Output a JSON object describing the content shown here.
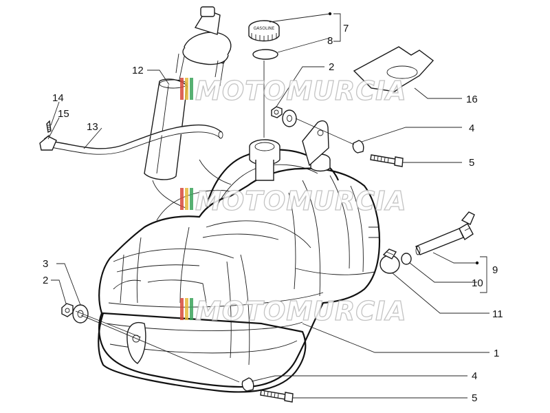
{
  "watermark": {
    "brand": "MOTOMURCIA"
  },
  "cap_label": "GASOLINE",
  "colors": {
    "lines": "#1a1a1a",
    "watermark_outline": "#b9b9b9",
    "logo_red": "#d84a3a",
    "logo_green": "#3aa35a",
    "logo_yellow": "#e4b93a"
  },
  "callouts": {
    "c1": "1",
    "c2a": "2",
    "c2b": "2",
    "c3": "3",
    "c4a": "4",
    "c4b": "4",
    "c5a": "5",
    "c5b": "5",
    "c7": "7",
    "c8": "8",
    "c9": "9",
    "c10": "10",
    "c11": "11",
    "c12": "12",
    "c13": "13",
    "c14": "14",
    "c15": "15",
    "c16": "16"
  }
}
